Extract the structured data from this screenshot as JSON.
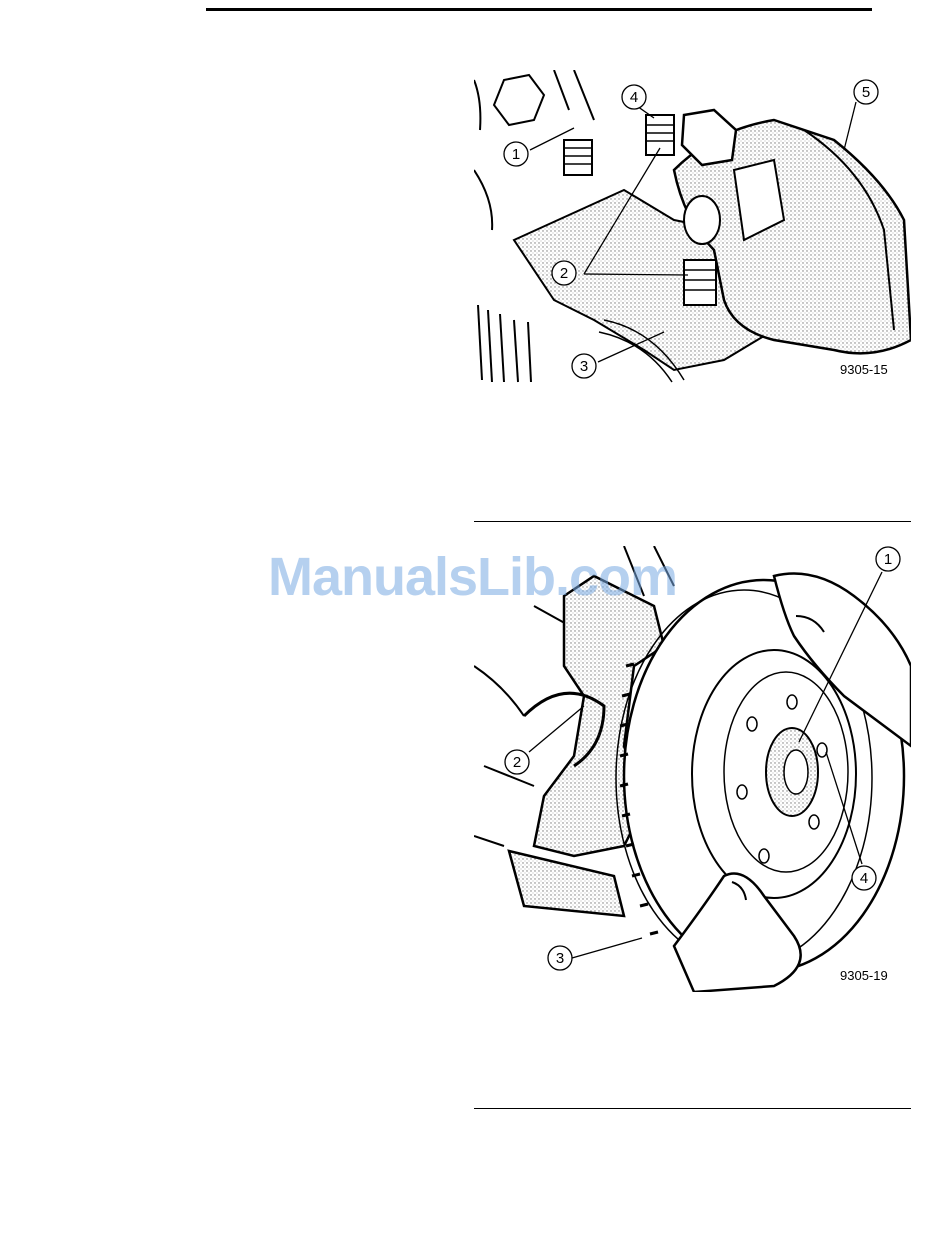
{
  "figure1": {
    "callouts": [
      "1",
      "2",
      "3",
      "4",
      "5"
    ],
    "figure_id": "9305-15"
  },
  "figure2": {
    "callouts": [
      "1",
      "2",
      "3",
      "4"
    ],
    "figure_id": "9305-19"
  },
  "watermark": "ManualsLib.com"
}
